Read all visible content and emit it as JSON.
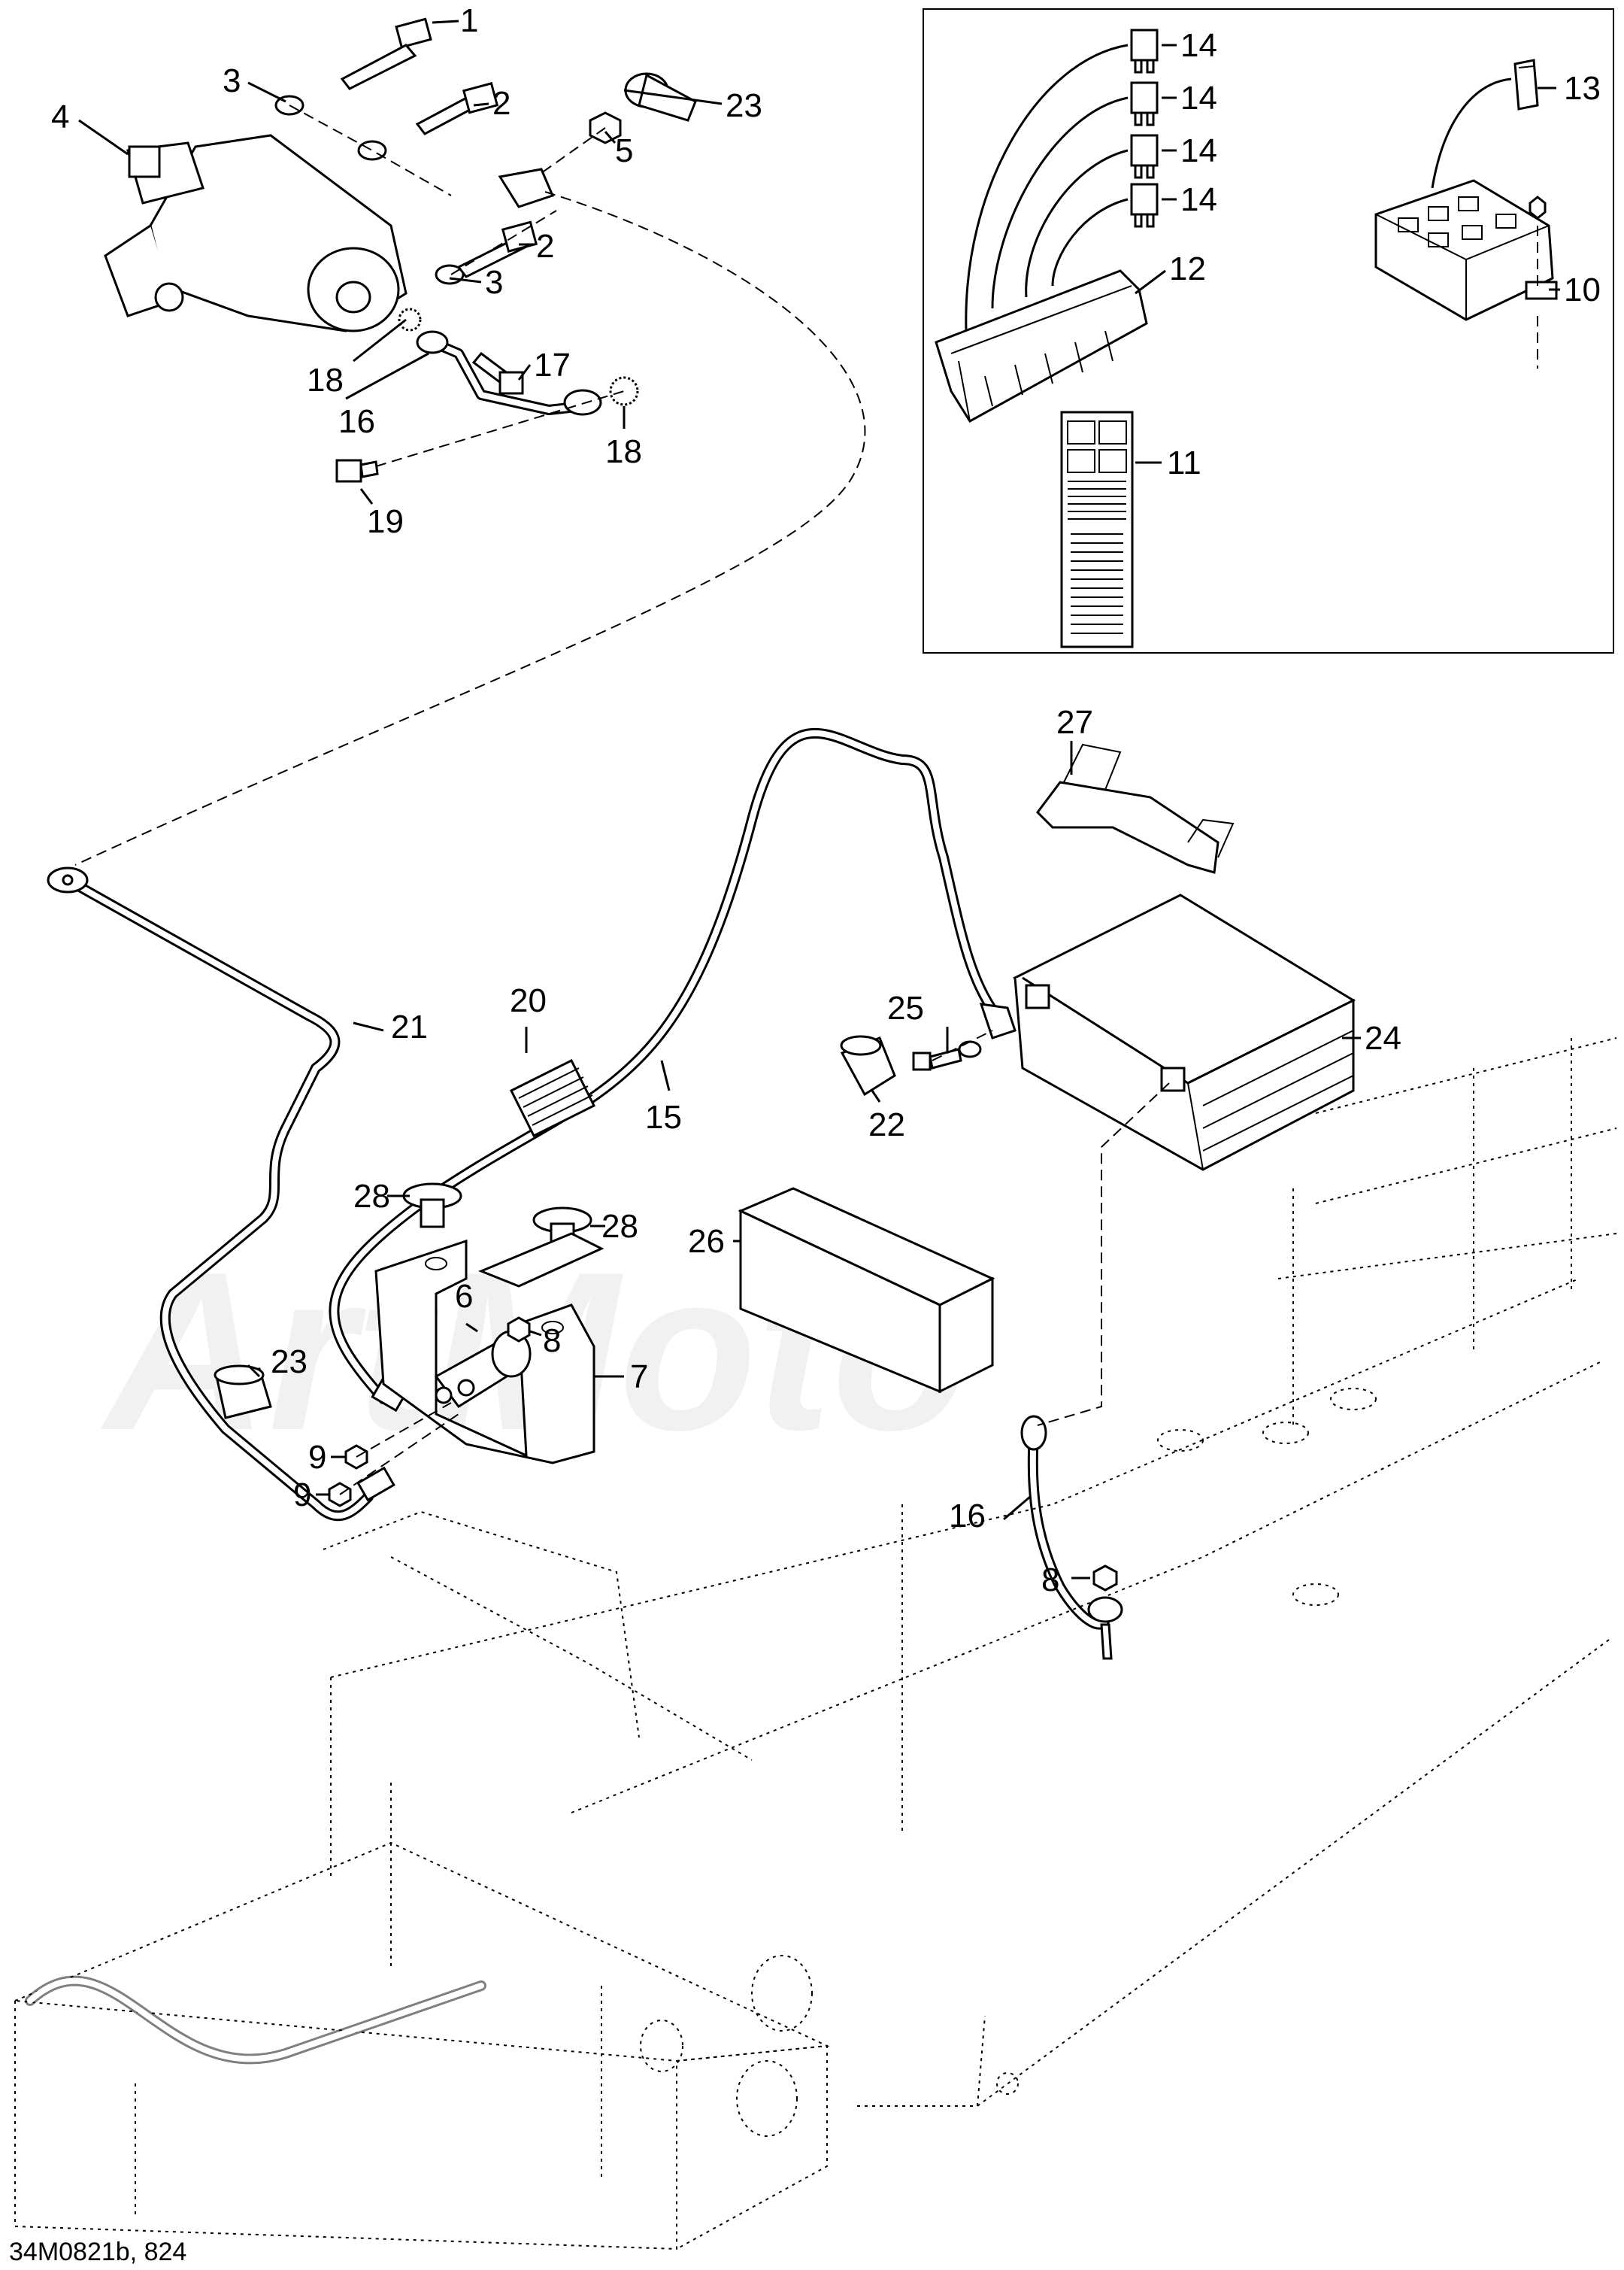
{
  "diagram_code": "34M0821b, 824",
  "watermark": "ArtMoto",
  "callouts": [
    {
      "id": "c1",
      "label": "1"
    },
    {
      "id": "c2a",
      "label": "2"
    },
    {
      "id": "c2b",
      "label": "2"
    },
    {
      "id": "c3a",
      "label": "3"
    },
    {
      "id": "c3b",
      "label": "3"
    },
    {
      "id": "c4",
      "label": "4"
    },
    {
      "id": "c5",
      "label": "5"
    },
    {
      "id": "c6",
      "label": "6"
    },
    {
      "id": "c7",
      "label": "7"
    },
    {
      "id": "c8a",
      "label": "8"
    },
    {
      "id": "c8b",
      "label": "8"
    },
    {
      "id": "c9a",
      "label": "9"
    },
    {
      "id": "c9b",
      "label": "9"
    },
    {
      "id": "c10",
      "label": "10"
    },
    {
      "id": "c11",
      "label": "11"
    },
    {
      "id": "c12",
      "label": "12"
    },
    {
      "id": "c13",
      "label": "13"
    },
    {
      "id": "c14a",
      "label": "14"
    },
    {
      "id": "c14b",
      "label": "14"
    },
    {
      "id": "c14c",
      "label": "14"
    },
    {
      "id": "c14d",
      "label": "14"
    },
    {
      "id": "c15",
      "label": "15"
    },
    {
      "id": "c16a",
      "label": "16"
    },
    {
      "id": "c16b",
      "label": "16"
    },
    {
      "id": "c17",
      "label": "17"
    },
    {
      "id": "c18a",
      "label": "18"
    },
    {
      "id": "c18b",
      "label": "18"
    },
    {
      "id": "c19",
      "label": "19"
    },
    {
      "id": "c20",
      "label": "20"
    },
    {
      "id": "c21",
      "label": "21"
    },
    {
      "id": "c22",
      "label": "22"
    },
    {
      "id": "c23a",
      "label": "23"
    },
    {
      "id": "c23b",
      "label": "23"
    },
    {
      "id": "c24",
      "label": "24"
    },
    {
      "id": "c25",
      "label": "25"
    },
    {
      "id": "c26",
      "label": "26"
    },
    {
      "id": "c27",
      "label": "27"
    },
    {
      "id": "c28a",
      "label": "28"
    },
    {
      "id": "c28b",
      "label": "28"
    }
  ]
}
